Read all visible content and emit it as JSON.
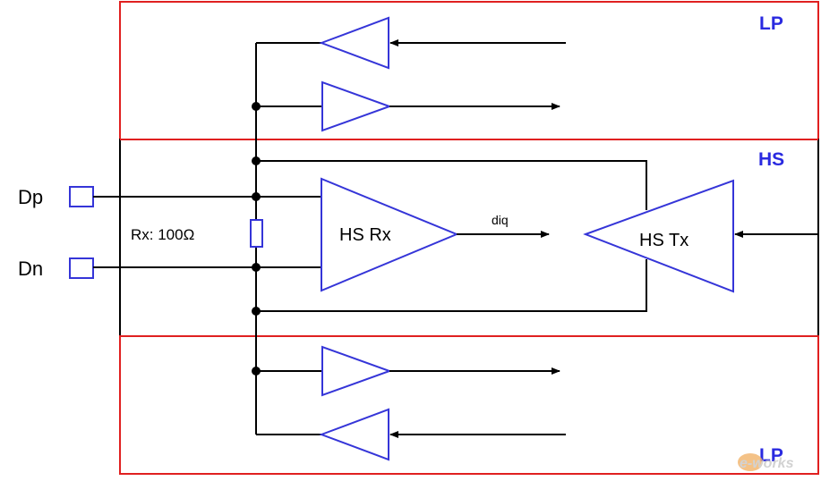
{
  "labels": {
    "lp_top": "LP",
    "hs": "HS",
    "lp_bottom": "LP",
    "dp": "Dp",
    "dn": "Dn",
    "resistor": "Rx: 100Ω",
    "hs_rx": "HS Rx",
    "hs_tx": "HS Tx",
    "diq": "diq"
  },
  "watermark": "e-works",
  "colors": {
    "lp_border": "#e02020",
    "hs_border": "#000000",
    "component_stroke": "#3535d8",
    "region_label": "#2a2ae0",
    "wire": "#000000"
  }
}
